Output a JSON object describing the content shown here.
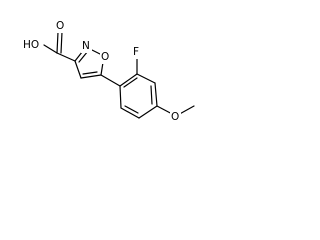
{
  "structure": {
    "atoms": {
      "hydroxyl": "HO",
      "carbonyl_oxygen": "O",
      "ring_nitrogen": "N",
      "ring_oxygen": "O",
      "fluorine": "F",
      "methoxy_oxygen": "O"
    }
  }
}
